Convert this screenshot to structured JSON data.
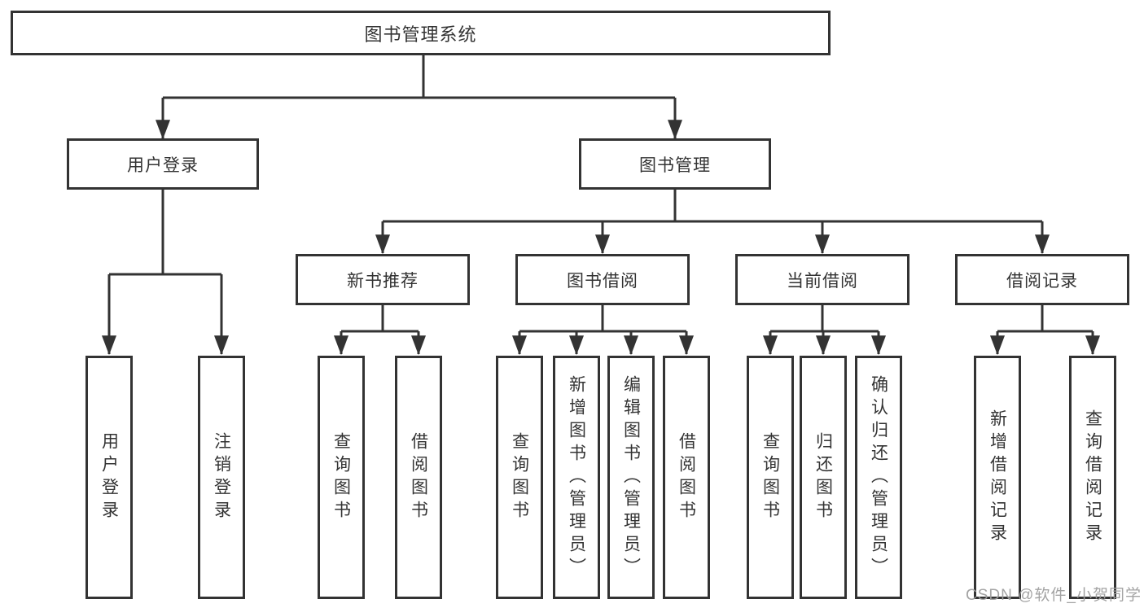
{
  "diagram": {
    "root": {
      "label": "图书管理系统"
    },
    "branches": [
      {
        "label": "用户登录",
        "children": [
          {
            "label": "用户登录"
          },
          {
            "label": "注销登录"
          }
        ]
      },
      {
        "label": "图书管理",
        "children": [
          {
            "label": "新书推荐",
            "children": [
              {
                "label": "查询图书"
              },
              {
                "label": "借阅图书"
              }
            ]
          },
          {
            "label": "图书借阅",
            "children": [
              {
                "label": "查询图书"
              },
              {
                "label": "新增图书（管理员）"
              },
              {
                "label": "编辑图书（管理员）"
              },
              {
                "label": "借阅图书"
              }
            ]
          },
          {
            "label": "当前借阅",
            "children": [
              {
                "label": "查询图书"
              },
              {
                "label": "归还图书"
              },
              {
                "label": "确认归还（管理员）"
              }
            ]
          },
          {
            "label": "借阅记录",
            "children": [
              {
                "label": "新增借阅记录"
              },
              {
                "label": "查询借阅记录"
              }
            ]
          }
        ]
      }
    ]
  },
  "colors": {
    "line": "#333333",
    "text": "#333333",
    "box_fill": "#ffffff",
    "watermark": "#9e9e9e"
  },
  "watermark": {
    "text": "CSDN @软件_小贺同学"
  }
}
